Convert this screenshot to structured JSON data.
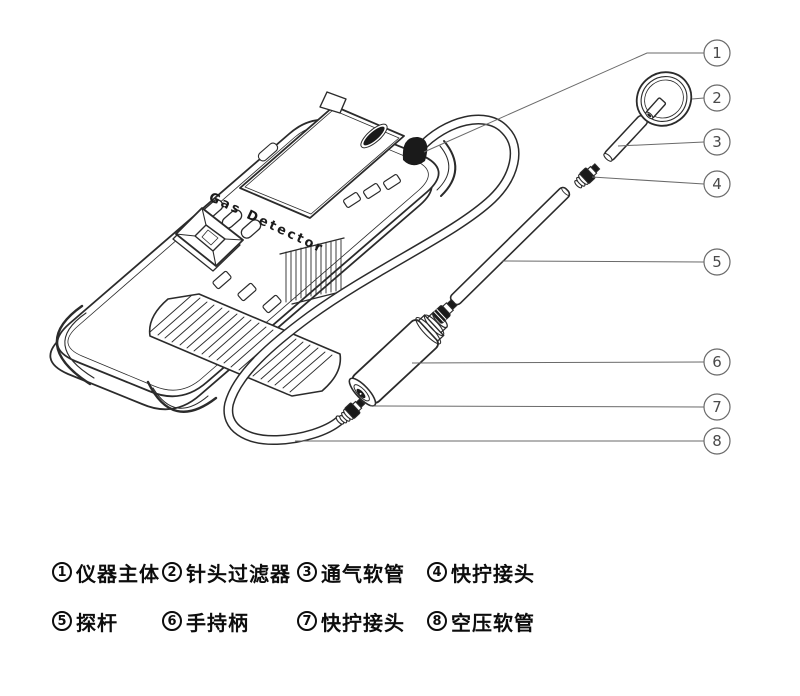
{
  "device": {
    "brand_label": "Gas Detector"
  },
  "callouts": {
    "items": [
      {
        "num": "1"
      },
      {
        "num": "2"
      },
      {
        "num": "3"
      },
      {
        "num": "4"
      },
      {
        "num": "5"
      },
      {
        "num": "6"
      },
      {
        "num": "7"
      },
      {
        "num": "8"
      }
    ]
  },
  "legend": {
    "items": [
      {
        "num": "1",
        "label": "仪器主体"
      },
      {
        "num": "2",
        "label": "针头过滤器"
      },
      {
        "num": "3",
        "label": "通气软管"
      },
      {
        "num": "4",
        "label": "快拧接头"
      },
      {
        "num": "5",
        "label": "探杆"
      },
      {
        "num": "6",
        "label": "手持柄"
      },
      {
        "num": "7",
        "label": "快拧接头"
      },
      {
        "num": "8",
        "label": "空压软管"
      }
    ]
  },
  "colors": {
    "line": "#2b2b2b",
    "leader": "#6a6a6a",
    "dark_fill": "#1a1a1a",
    "text": "#111111",
    "background": "#ffffff"
  }
}
